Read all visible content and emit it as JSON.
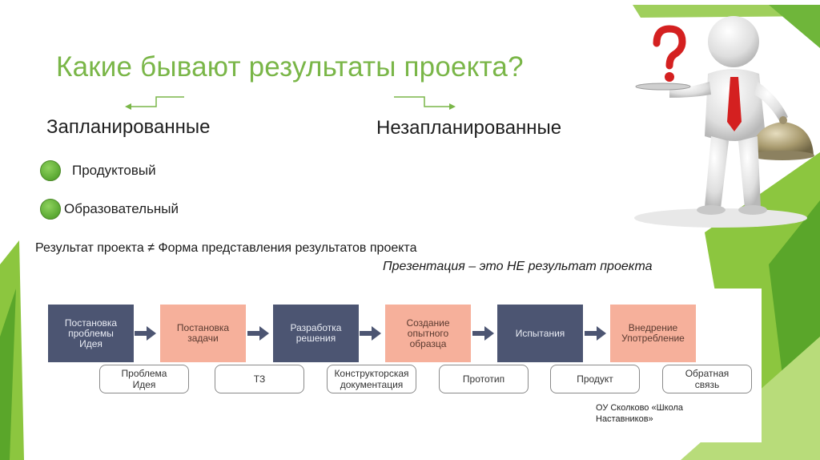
{
  "title": "Какие бывают результаты проекта?",
  "planned_label": "Запланированные",
  "unplanned_label": "Незапланированные",
  "bullets": [
    {
      "label": "Продуктовый"
    },
    {
      "label": "Образовательный"
    }
  ],
  "result_statement": "Результат проекта ≠ Форма представления результатов проекта",
  "presentation_note": "Презентация – это НЕ результат проекта",
  "stages": [
    {
      "label": "Постановка\nпроблемы\nИдея",
      "tone": "dark"
    },
    {
      "label": "Постановка\nзадачи",
      "tone": "light"
    },
    {
      "label": "Разработка\nрешения",
      "tone": "dark"
    },
    {
      "label": "Создание\nопытного\nобразца",
      "tone": "light"
    },
    {
      "label": "Испытания",
      "tone": "dark"
    },
    {
      "label": "Внедрение\nУпотребление",
      "tone": "light"
    }
  ],
  "outcomes": [
    {
      "label": "Проблема\nИдея"
    },
    {
      "label": "ТЗ"
    },
    {
      "label": "Конструкторская\nдокументация"
    },
    {
      "label": "Прототип"
    },
    {
      "label": "Продукт"
    },
    {
      "label": "Обратная\nсвязь"
    }
  ],
  "source_note": "ОУ Сколково «Школа\nНаставников»",
  "colors": {
    "accent_green": "#7ab648",
    "stage_dark": "#4c5572",
    "stage_light": "#f6b09b"
  },
  "icons": [
    "question-mark-icon",
    "waiter-figure-icon",
    "serving-cloche-icon"
  ]
}
